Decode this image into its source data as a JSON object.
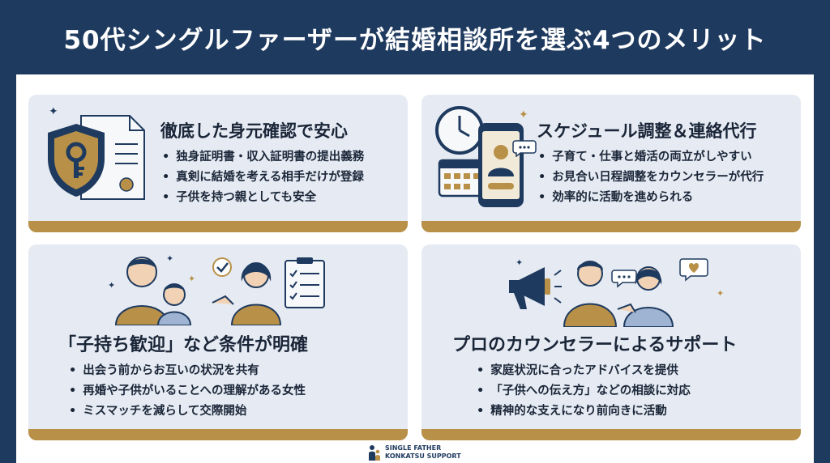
{
  "title": "50代シングルファーザーが結婚相談所を選ぶ4つのメリット",
  "cards": [
    {
      "heading": "徹底した身元確認で安心",
      "points": [
        "独身証明書・収入証明書の提出義務",
        "真剣に結婚を考える相手だけが登録",
        "子供を持つ親としても安全"
      ],
      "icons": [
        "shield-key-icon",
        "certificate-document-icon"
      ]
    },
    {
      "heading": "スケジュール調整＆連絡代行",
      "points": [
        "子育て・仕事と婚活の両立がしやすい",
        "お見合い日程調整をカウンセラーが代行",
        "効率的に活動を進められる"
      ],
      "icons": [
        "clock-icon",
        "calendar-icon",
        "smartphone-counselor-icon"
      ]
    },
    {
      "heading": "「子持ち歓迎」など条件が明確",
      "points": [
        "出会う前からお互いの状況を共有",
        "再婚や子供がいることへの理解がある女性",
        "ミスマッチを減らして交際開始"
      ],
      "icons": [
        "father-child-icon",
        "woman-checkmark-icon",
        "checklist-icon"
      ]
    },
    {
      "heading": "プロのカウンセラーによるサポート",
      "points": [
        "家庭状況に合ったアドバイスを提供",
        "「子供への伝え方」などの相談に対応",
        "精神的な支えになり前向きに活動"
      ],
      "icons": [
        "megaphone-icon",
        "consultation-icon",
        "heart-bubble-icon"
      ]
    }
  ],
  "footer": {
    "line1": "SINGLE FATHER",
    "line2": "KONKATSU SUPPORT",
    "icon": "people-logo-icon"
  },
  "colors": {
    "navy": "#1f3a5f",
    "card": "#e6ebf3",
    "gold": "#b89048",
    "text": "#1a2638"
  }
}
